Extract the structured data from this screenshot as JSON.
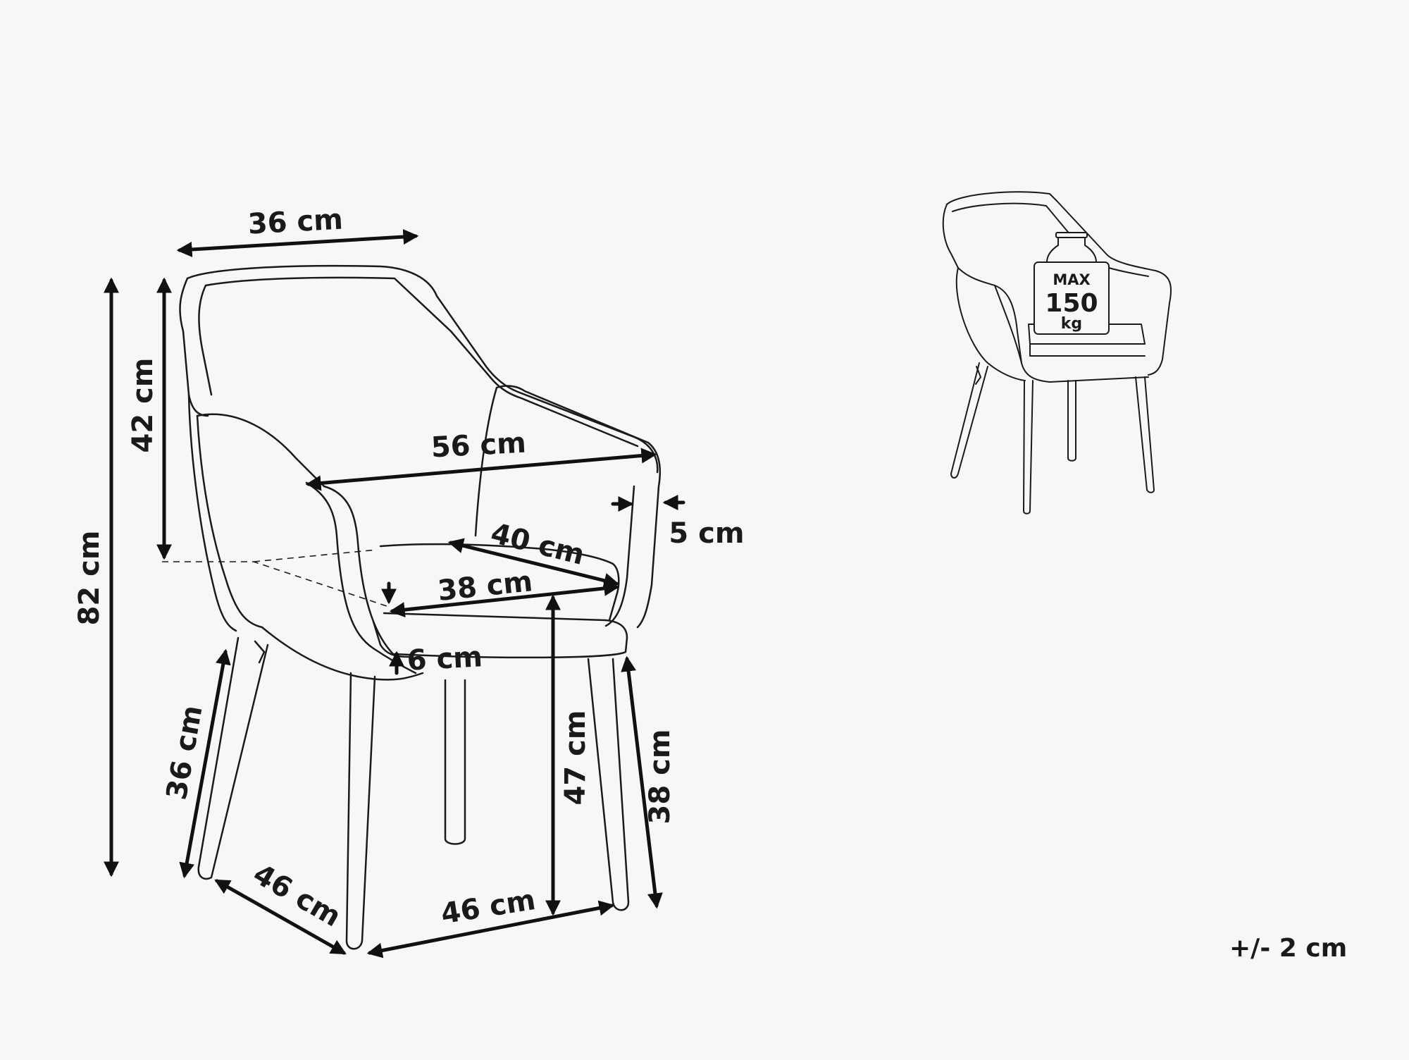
{
  "dimensions": {
    "back_width": "36 cm",
    "back_height": "42 cm",
    "total_height": "82 cm",
    "total_width": "56 cm",
    "armrest_thickness": "5 cm",
    "seat_depth": "40 cm",
    "seat_width": "38 cm",
    "cushion_thickness": "6 cm",
    "seat_height": "47 cm",
    "front_leg_height": "36 cm",
    "rear_leg_height": "38 cm",
    "base_depth": "46 cm",
    "base_width": "46 cm"
  },
  "load_label": {
    "line1": "MAX",
    "line2": "150",
    "line3": "kg"
  },
  "tolerance": "+/- 2 cm",
  "colors": {
    "background": "#f7f7f7",
    "line": "#1a1a1a"
  }
}
